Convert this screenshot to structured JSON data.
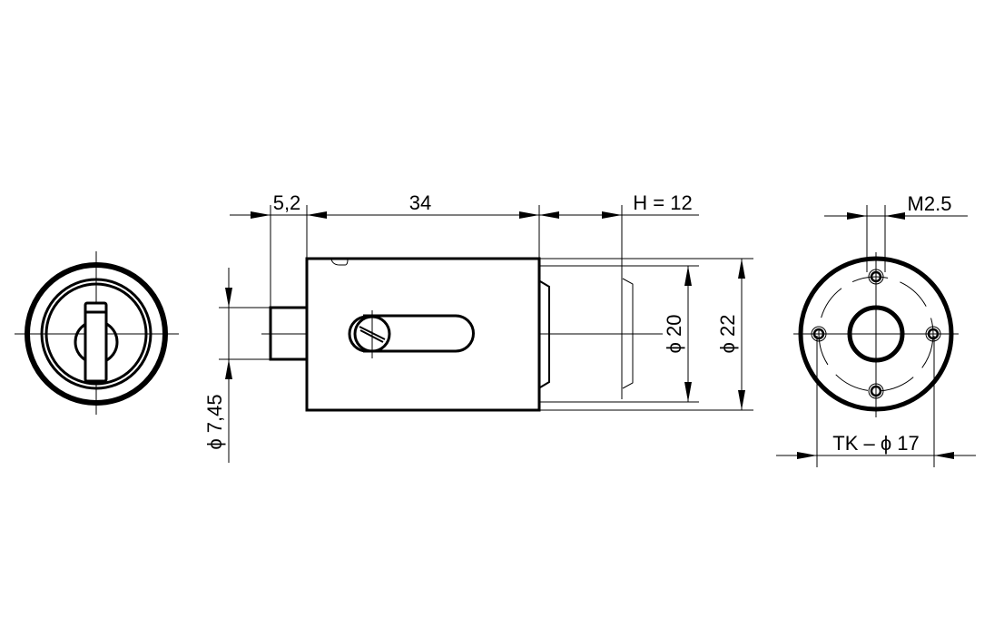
{
  "dimensions": {
    "stub_length": "5,2",
    "body_length": "34",
    "stroke": "H = 12",
    "inner_diameter": "ϕ 20",
    "outer_diameter": "ϕ 22",
    "stub_diameter": "ϕ 7,45",
    "thread": "M2.5",
    "bolt_circle": "TK – ϕ 17"
  },
  "colors": {
    "line": "#000000",
    "background": "#ffffff"
  }
}
